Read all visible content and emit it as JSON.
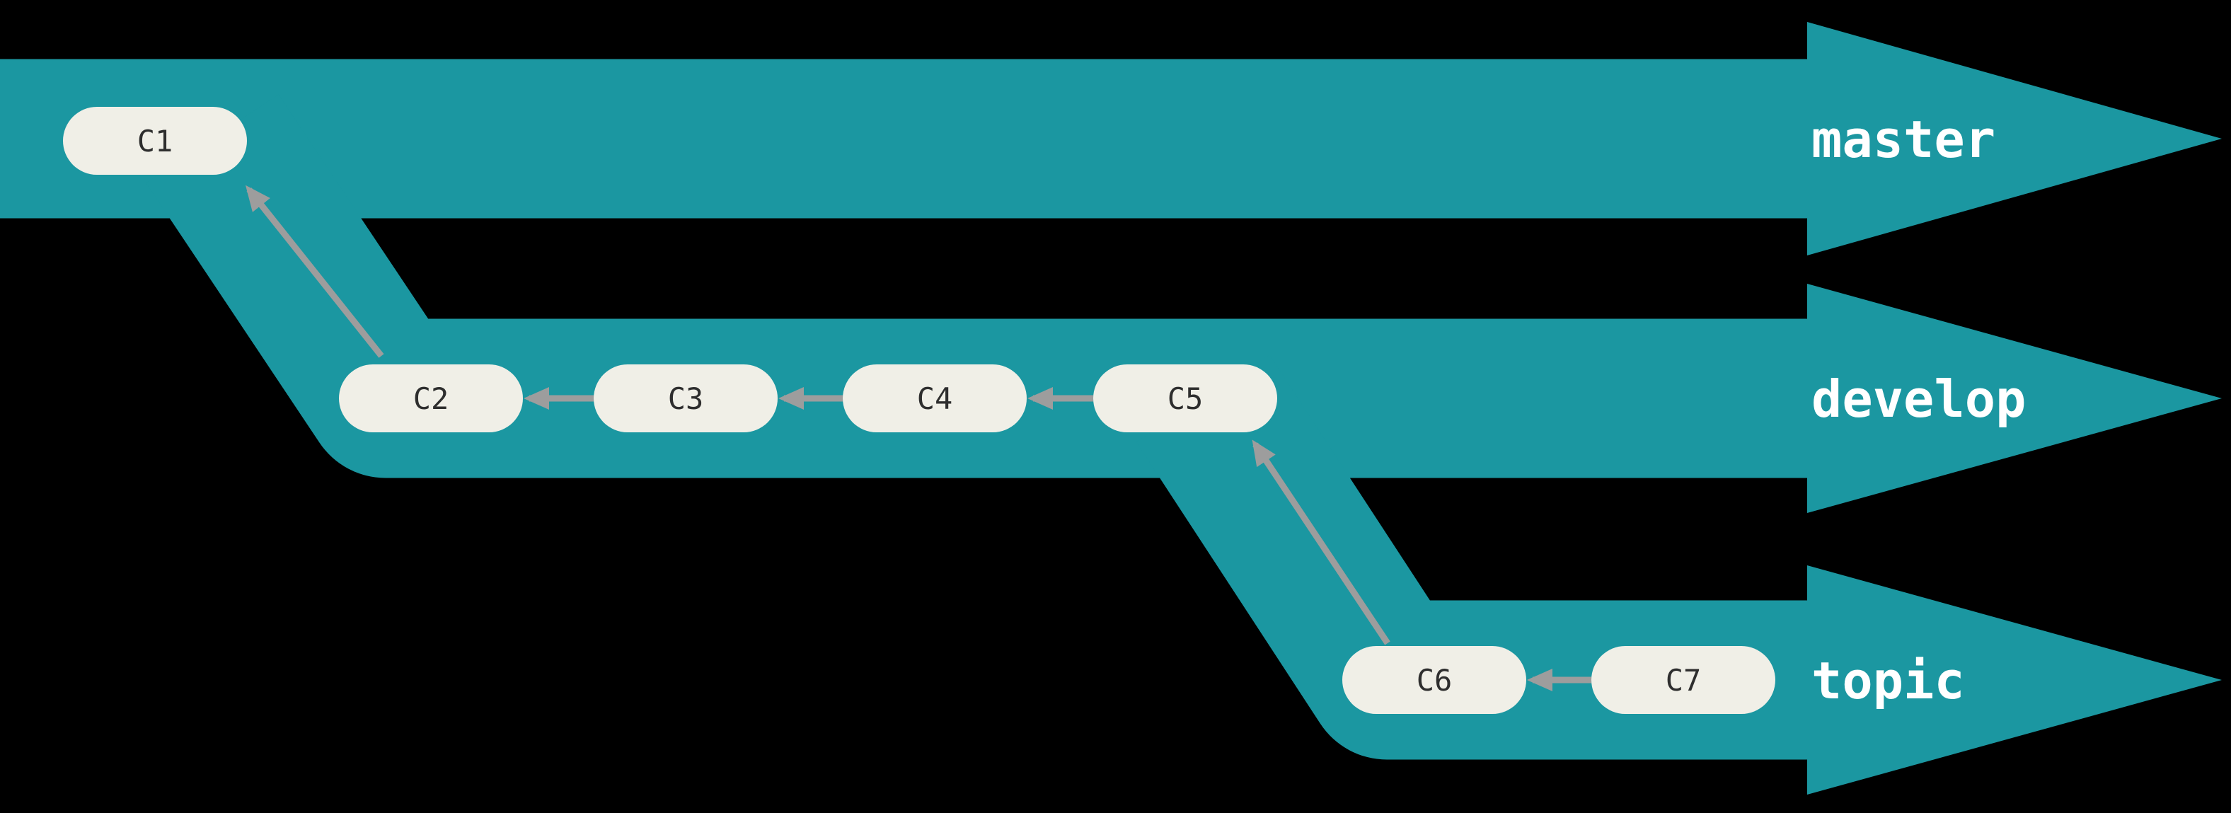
{
  "diagram": {
    "type": "git-branch-diagram",
    "colors": {
      "background": "#000000",
      "branch_band": "#1b97a1",
      "commit_fill": "#f0efe7",
      "commit_text": "#2e2e2e",
      "edge_arrow": "#9d9d9d",
      "branch_label_text": "#ffffff"
    },
    "branches": [
      {
        "label": "master",
        "commits": [
          "C1"
        ]
      },
      {
        "label": "develop",
        "commits": [
          "C2",
          "C3",
          "C4",
          "C5"
        ]
      },
      {
        "label": "topic",
        "commits": [
          "C6",
          "C7"
        ]
      }
    ],
    "commits": [
      {
        "id": "C1",
        "branch": "master"
      },
      {
        "id": "C2",
        "branch": "develop"
      },
      {
        "id": "C3",
        "branch": "develop"
      },
      {
        "id": "C4",
        "branch": "develop"
      },
      {
        "id": "C5",
        "branch": "develop"
      },
      {
        "id": "C6",
        "branch": "topic"
      },
      {
        "id": "C7",
        "branch": "topic"
      }
    ],
    "edges": [
      {
        "from": "C2",
        "to": "C1"
      },
      {
        "from": "C3",
        "to": "C2"
      },
      {
        "from": "C4",
        "to": "C3"
      },
      {
        "from": "C5",
        "to": "C4"
      },
      {
        "from": "C6",
        "to": "C5"
      },
      {
        "from": "C7",
        "to": "C6"
      }
    ]
  }
}
